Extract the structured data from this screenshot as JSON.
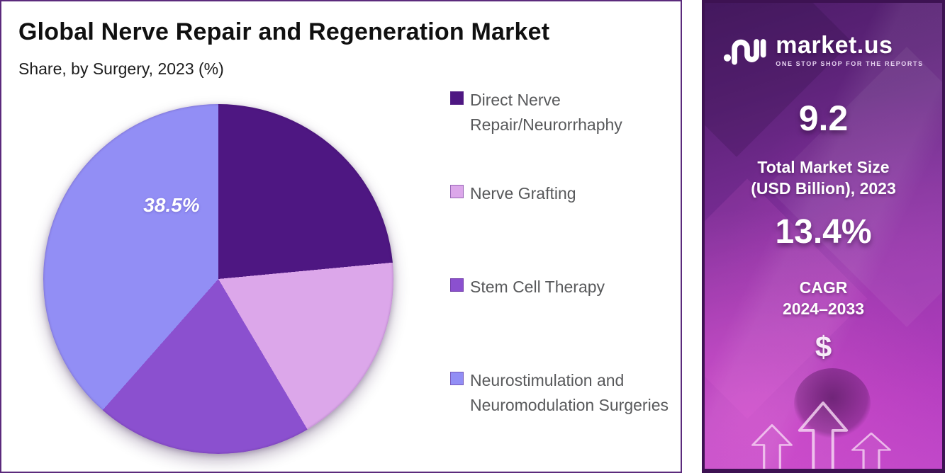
{
  "header": {
    "title": "Global Nerve Repair and Regeneration Market",
    "subtitle": "Share, by Surgery, 2023 (%)"
  },
  "chart_data": {
    "type": "pie",
    "title": "Global Nerve Repair and Regeneration Market",
    "subtitle": "Share, by Surgery, 2023 (%)",
    "categories": [
      "Direct Nerve Repair/Neurorrhaphy",
      "Nerve Grafting",
      "Stem Cell Therapy",
      "Neurostimulation and Neuromodulation Surgeries"
    ],
    "values": [
      23.5,
      18,
      20,
      38.5
    ],
    "colors": [
      "#4e1782",
      "#dca7ea",
      "#8b50cf",
      "#928ef5"
    ],
    "slice_labels": [
      "",
      "",
      "",
      "38.5%"
    ],
    "pie_label": "38.5%",
    "start_angle_deg": 0,
    "direction": "clockwise",
    "legend_position": "right"
  },
  "sidebar": {
    "brand": {
      "name": "market.us",
      "tagline": "ONE STOP SHOP FOR THE REPORTS"
    },
    "stat1": {
      "value": "9.2",
      "label_line1": "Total Market Size",
      "label_line2": "(USD Billion), 2023"
    },
    "stat2": {
      "value": "13.4%",
      "label_line1": "CAGR",
      "label_line2": "2024–2033"
    },
    "dollar_symbol": "$",
    "theme": {
      "bg_top": "#4c1c68",
      "bg_bottom": "#c148c9",
      "border": "#3d1252",
      "panel_border": "#5b2a7c"
    }
  }
}
